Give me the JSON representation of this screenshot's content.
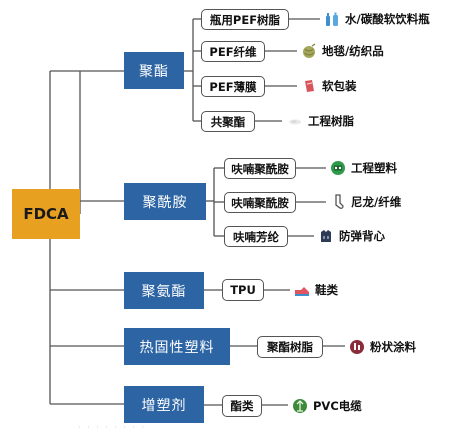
{
  "root": {
    "label": "FDCA",
    "color": "#e8a020"
  },
  "line_color": "#555555",
  "categories": [
    {
      "label": "聚酯",
      "color": "#2c64a4",
      "products": [
        {
          "label": "瓶用PEF树脂",
          "app": "水/碳酸软饮料瓶",
          "icon": "bottles-icon"
        },
        {
          "label": "PEF纤维",
          "app": "地毯/纺织品",
          "icon": "yarn-icon"
        },
        {
          "label": "PEF薄膜",
          "app": "软包装",
          "icon": "package-icon"
        },
        {
          "label": "共聚酯",
          "app": "工程树脂",
          "icon": "resin-icon"
        }
      ]
    },
    {
      "label": "聚酰胺",
      "color": "#2c64a4",
      "products": [
        {
          "label": "呋喃聚酰胺",
          "app": "工程塑料",
          "icon": "plastic-icon"
        },
        {
          "label": "呋喃聚酰胺",
          "app": "尼龙/纤维",
          "icon": "stocking-icon"
        },
        {
          "label": "呋喃芳纶",
          "app": "防弹背心",
          "icon": "vest-icon"
        }
      ]
    },
    {
      "label": "聚氨酯",
      "color": "#2c64a4",
      "products": [
        {
          "label": "TPU",
          "app": "鞋类",
          "icon": "shoe-icon"
        }
      ]
    },
    {
      "label": "热固性塑料",
      "color": "#2c64a4",
      "products": [
        {
          "label": "聚酯树脂",
          "app": "粉状涂料",
          "icon": "paint-icon"
        }
      ]
    },
    {
      "label": "增塑剂",
      "color": "#2c64a4",
      "products": [
        {
          "label": "酯类",
          "app": "PVC电缆",
          "icon": "cable-icon"
        }
      ]
    }
  ],
  "footer_text": "· · · · · · · ·"
}
